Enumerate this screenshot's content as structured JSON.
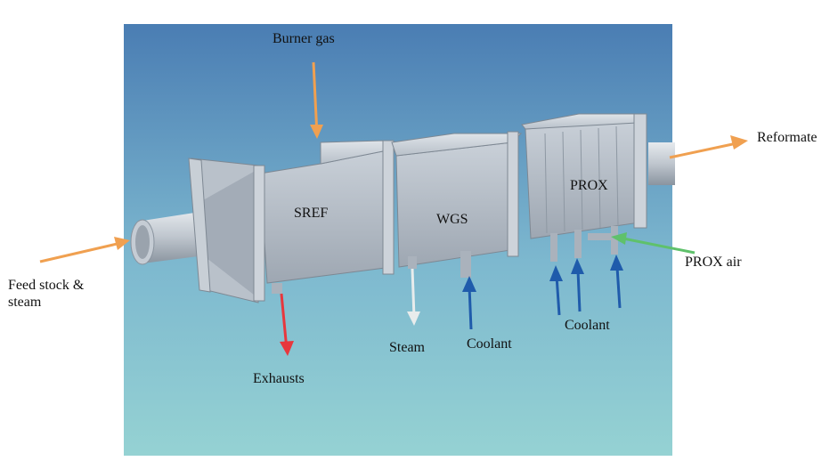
{
  "labels": {
    "burner_gas": "Burner gas",
    "reformate": "Reformate",
    "feed": "Feed stock & steam",
    "prox_air": "PROX air",
    "coolant_prox": "Coolant",
    "coolant_wgs": "Coolant",
    "steam": "Steam",
    "exhausts": "Exhausts"
  },
  "units": {
    "sref": "SREF",
    "wgs": "WGS",
    "prox": "PROX"
  },
  "colors": {
    "bg_top": "#4a7db3",
    "bg_bottom": "#95d2d3",
    "metal": "#b4bcc6",
    "arrow_orange": "#f0a050",
    "arrow_red": "#e8373d",
    "arrow_blue": "#1f5bab",
    "arrow_green": "#5fc16b",
    "arrow_white": "#e8ecec"
  }
}
